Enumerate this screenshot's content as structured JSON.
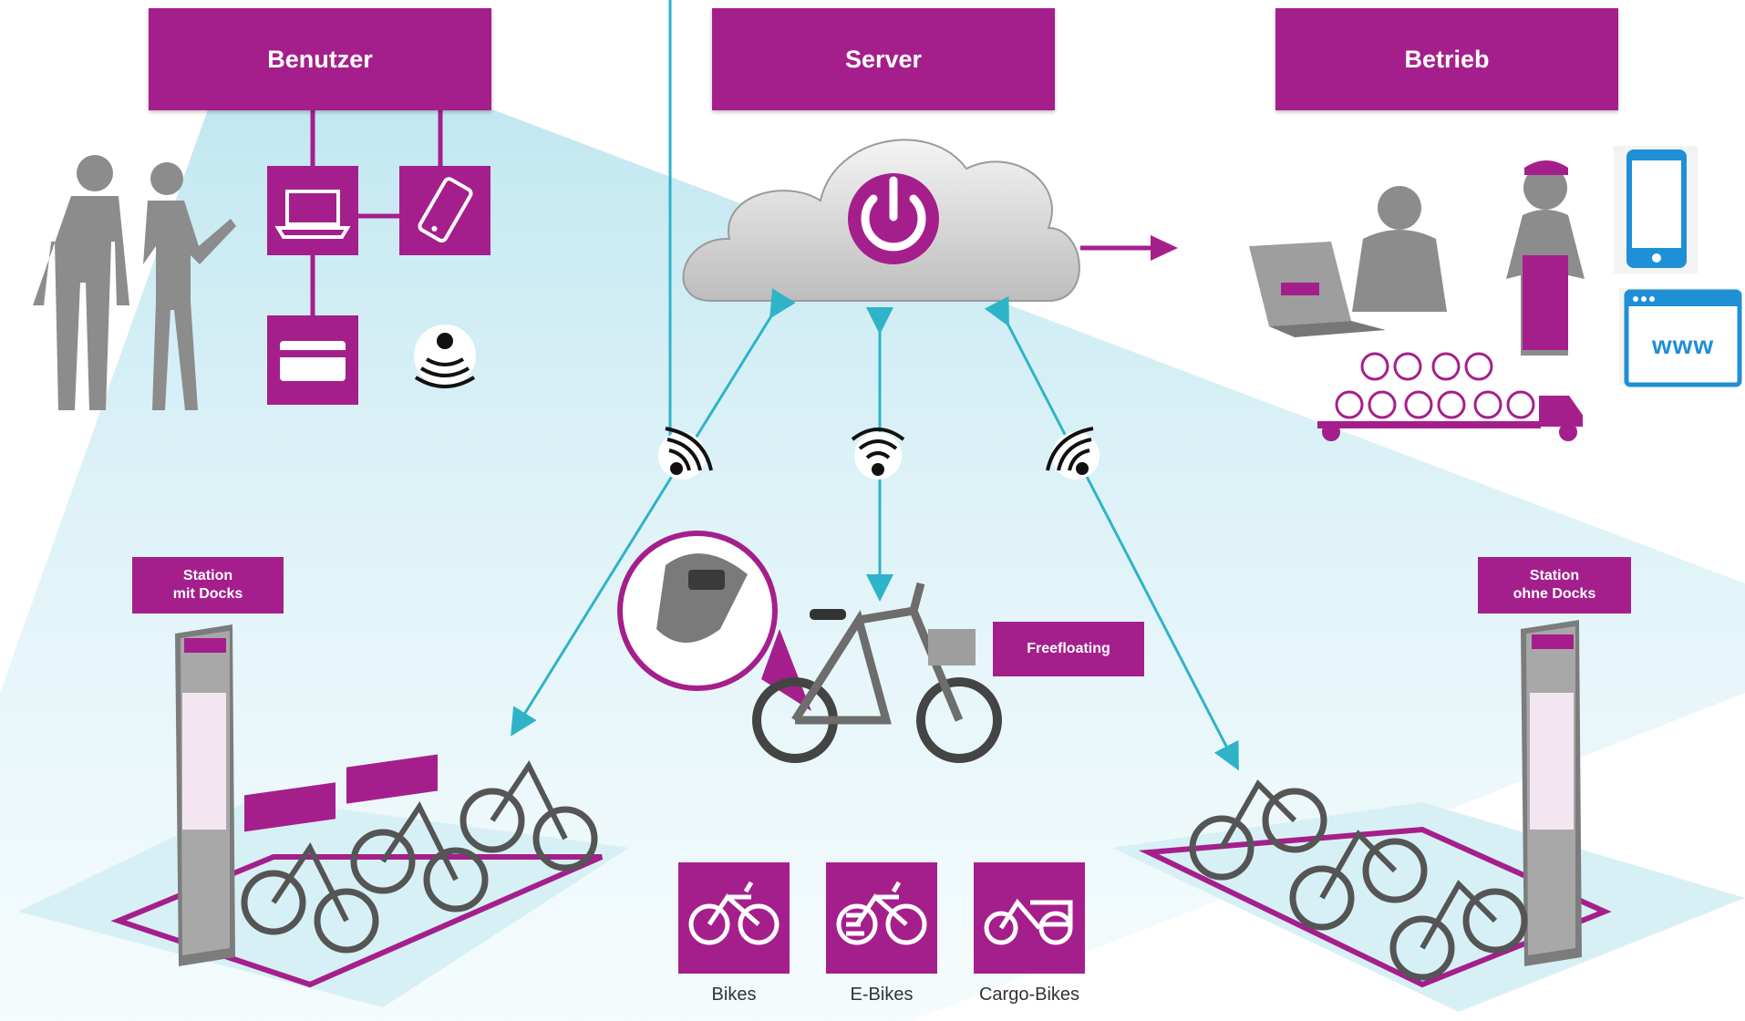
{
  "headers": {
    "user": "Benutzer",
    "server": "Server",
    "operation": "Betrieb"
  },
  "labels": {
    "station_docks": "Station\nmit Docks",
    "station_nodocks": "Station\nohne Docks",
    "freefloating": "Freefloating"
  },
  "tiles": {
    "bikes": "Bikes",
    "ebikes": "E-Bikes",
    "cargo": "Cargo-Bikes"
  },
  "browser_text": "www",
  "colors": {
    "accent": "#a51f8c",
    "arrow": "#2fb3c8",
    "cone": "#cfeef5",
    "figure": "#8c8c8c",
    "phone": "#1f8fd6"
  },
  "icons": [
    "laptop-icon",
    "smartphone-icon",
    "card-icon",
    "bluetooth-icon",
    "power-icon",
    "wifi-icon",
    "bike-icon",
    "ebike-icon",
    "cargo-bike-icon",
    "truck-icon",
    "browser-icon"
  ]
}
